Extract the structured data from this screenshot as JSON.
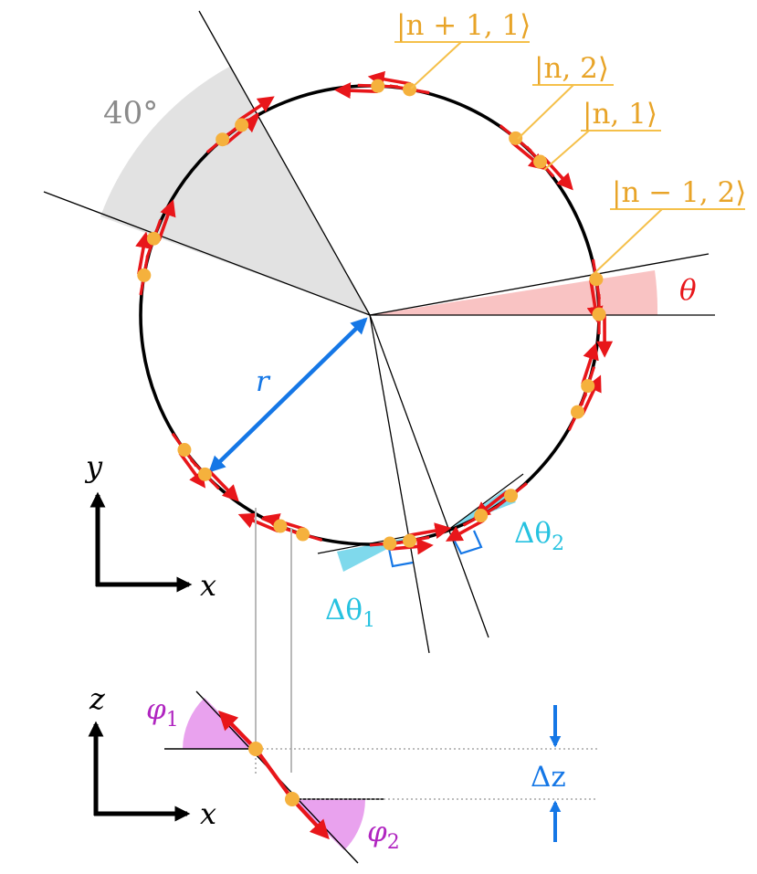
{
  "labels": {
    "angle": "40°",
    "ket_n_plus_1_1": "|n + 1, 1⟩",
    "ket_n_2": "|n, 2⟩",
    "ket_n_1": "|n, 1⟩",
    "ket_n_minus_1_2": "|n − 1, 2⟩",
    "theta": "θ",
    "radius": "r",
    "y_axis": "y",
    "x_axis_top": "x",
    "delta_theta_1_sym": "Δθ",
    "delta_theta_1_sub": "1",
    "delta_theta_2_sym": "Δθ",
    "delta_theta_2_sub": "2",
    "z_axis": "z",
    "x_axis_bottom": "x",
    "phi_1_sym": "φ",
    "phi_1_sub": "1",
    "phi_2_sym": "φ",
    "phi_2_sub": "2",
    "delta_z": "Δz"
  },
  "colors": {
    "ring": "#000000",
    "dot": "#f5b13d",
    "arrow": "#e8161a",
    "label": "#e8a428",
    "sector_gray": "#e2e2e2",
    "sector_red": "#f9c3c3",
    "radius": "#1577e6",
    "delta_theta": "#7fd9ec",
    "phi": "#e9a2ee",
    "phi_text": "#b025c0",
    "theta_text": "#e8161a",
    "gray_text": "#8a8a8a"
  },
  "diagram": {
    "sector_angle_deg": 40,
    "dot_count": 20,
    "view": "top view (x–y) and side view (x–z)"
  }
}
